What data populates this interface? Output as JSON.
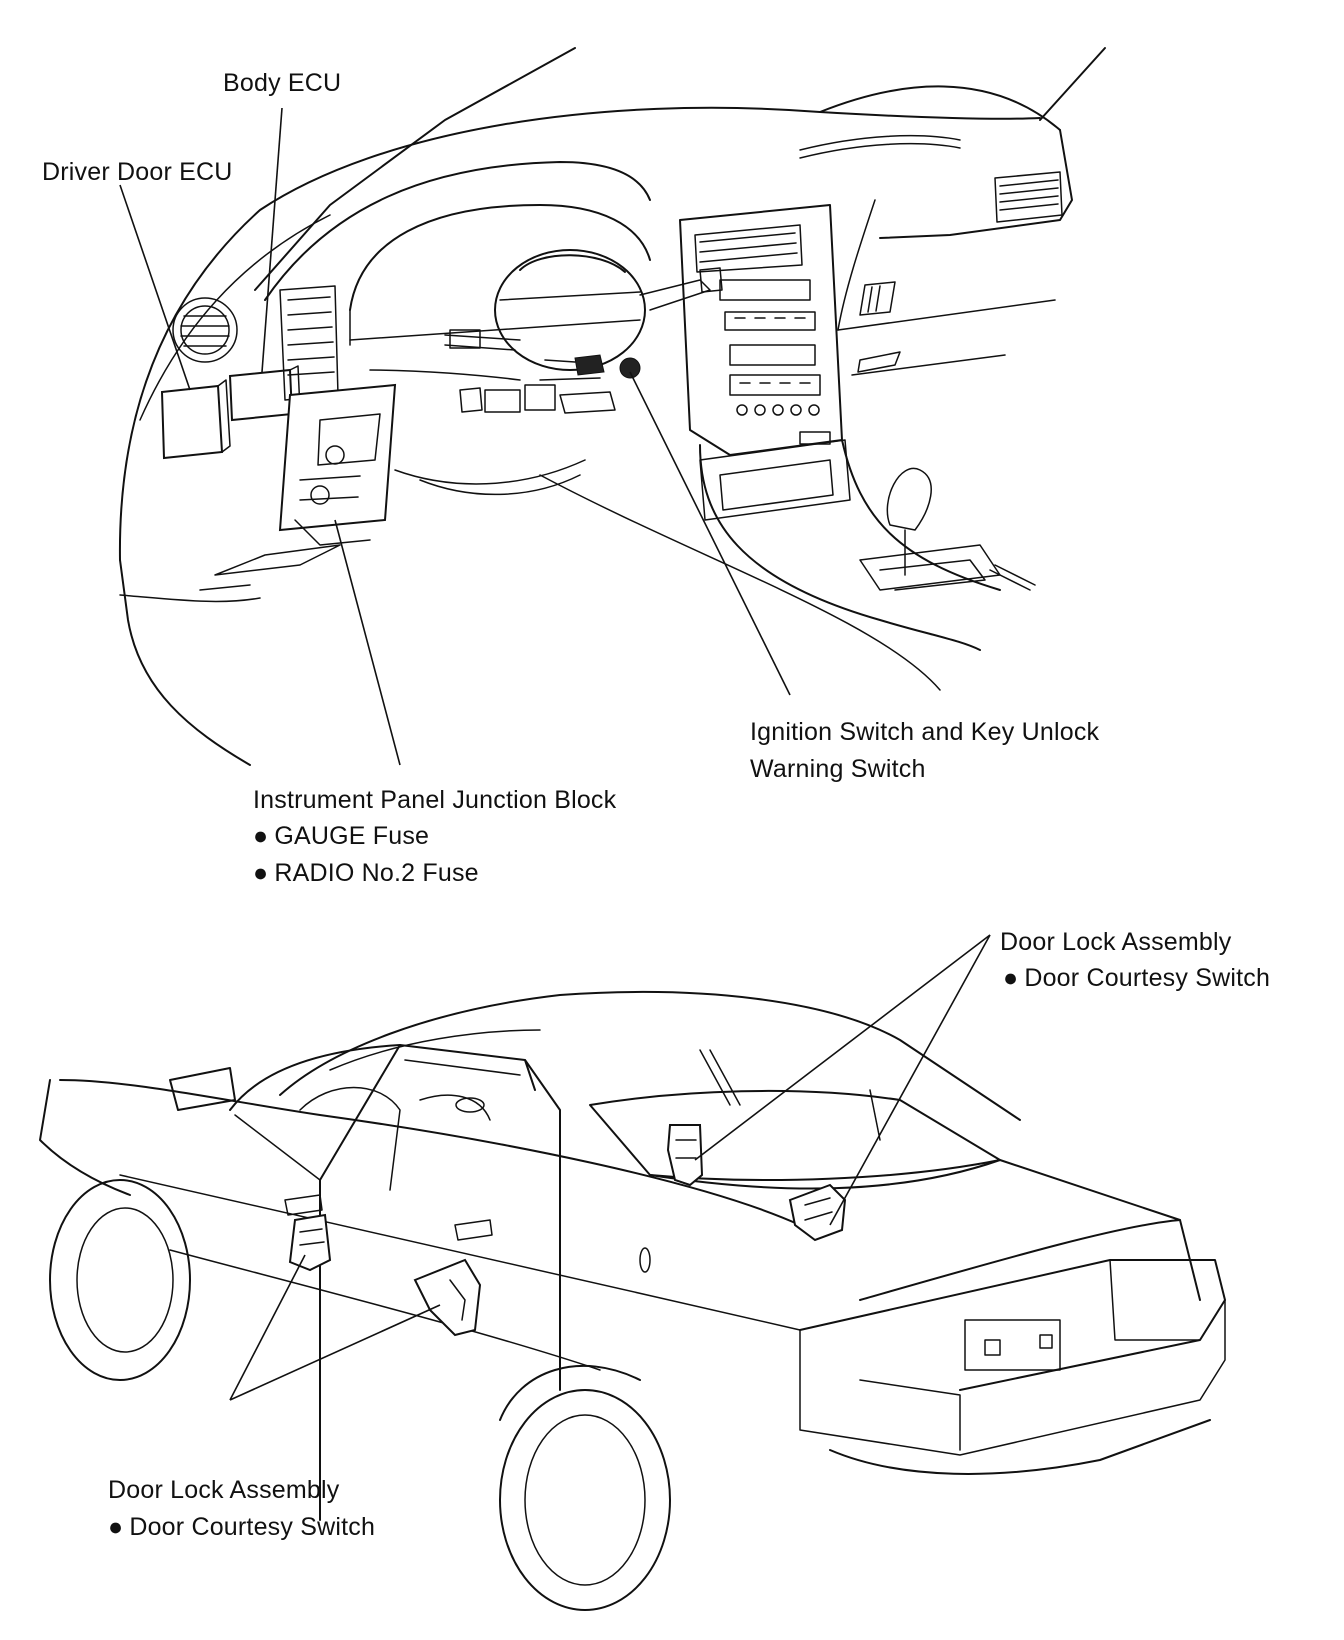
{
  "labels": {
    "body_ecu": "Body ECU",
    "driver_door_ecu": "Driver Door ECU",
    "ignition_line1": "Ignition Switch and Key Unlock",
    "ignition_line2": "Warning Switch",
    "ip_junction_block": "Instrument Panel Junction Block",
    "gauge_fuse": "GAUGE Fuse",
    "radio_fuse": "RADIO No.2 Fuse",
    "rear_door_lock_assembly": "Door Lock Assembly",
    "rear_door_courtesy_switch": "Door Courtesy Switch",
    "front_door_lock_assembly": "Door Lock Assembly",
    "front_door_courtesy_switch": "Door Courtesy Switch"
  },
  "bullet": "●"
}
